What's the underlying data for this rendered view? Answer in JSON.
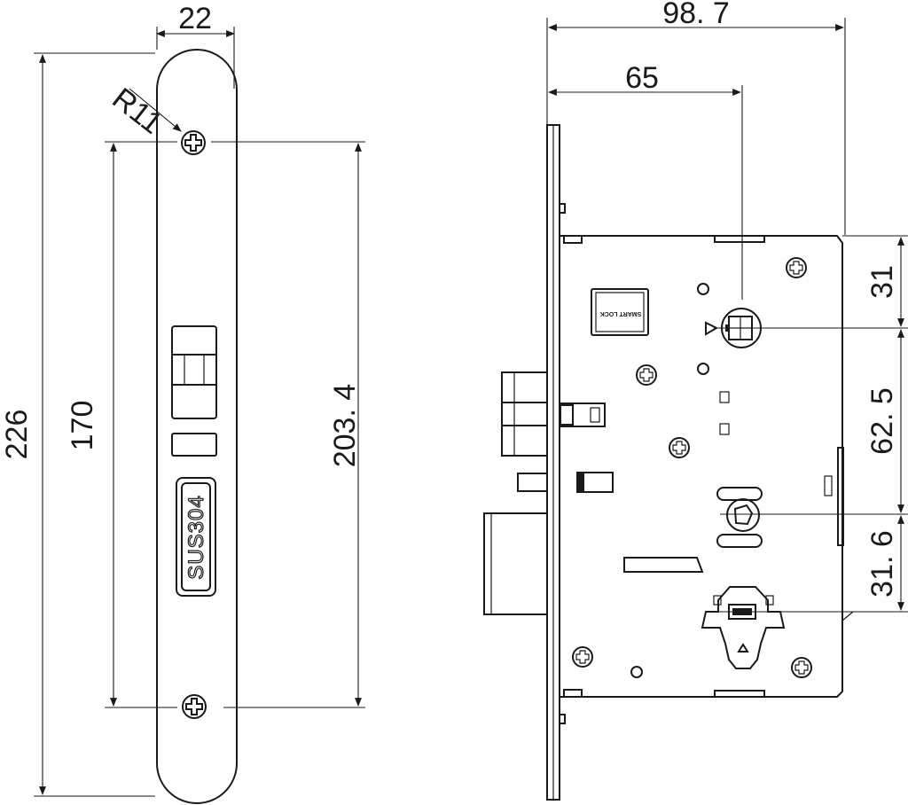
{
  "faceplate_view": {
    "dim_width": "22",
    "dim_radius": "R11",
    "dim_total_length": "226",
    "dim_inner_length": "170",
    "dim_screw_pitch": "203. 4",
    "material_stamp": "SUS304"
  },
  "side_view": {
    "dim_total_width": "98. 7",
    "dim_backset": "65",
    "dim_top_to_spindle": "31",
    "dim_spindle_to_follower": "62. 5",
    "dim_follower_to_cylinder": "31. 6",
    "label_plate_text": "SMART LOCK"
  }
}
